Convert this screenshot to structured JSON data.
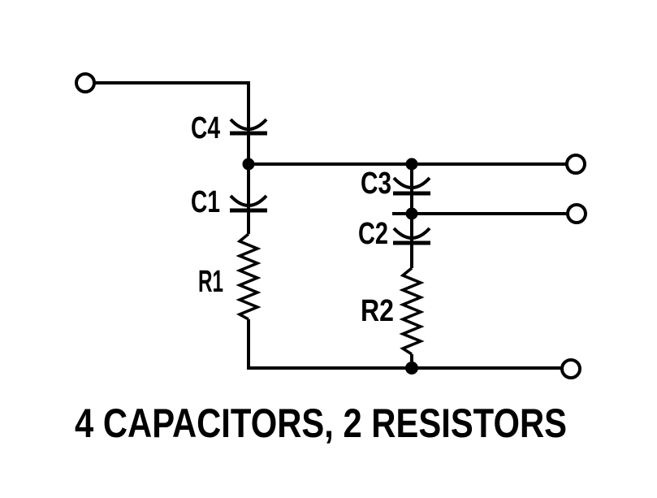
{
  "diagram": {
    "kind": "circuit-schematic",
    "title": "4 CAPACITORS, 2 RESISTORS",
    "colors": {
      "ink": "#000000",
      "background": "#ffffff"
    },
    "labels": {
      "c4": "C4",
      "c1": "C1",
      "c3": "C3",
      "c2": "C2",
      "r1": "R1",
      "r2": "R2"
    },
    "components": [
      {
        "id": "C1",
        "type": "capacitor"
      },
      {
        "id": "C2",
        "type": "capacitor"
      },
      {
        "id": "C3",
        "type": "capacitor"
      },
      {
        "id": "C4",
        "type": "capacitor"
      },
      {
        "id": "R1",
        "type": "resistor"
      },
      {
        "id": "R2",
        "type": "resistor"
      }
    ],
    "counts": {
      "capacitors": 4,
      "resistors": 2,
      "open-terminals": 4,
      "junction-dots": 4
    }
  }
}
